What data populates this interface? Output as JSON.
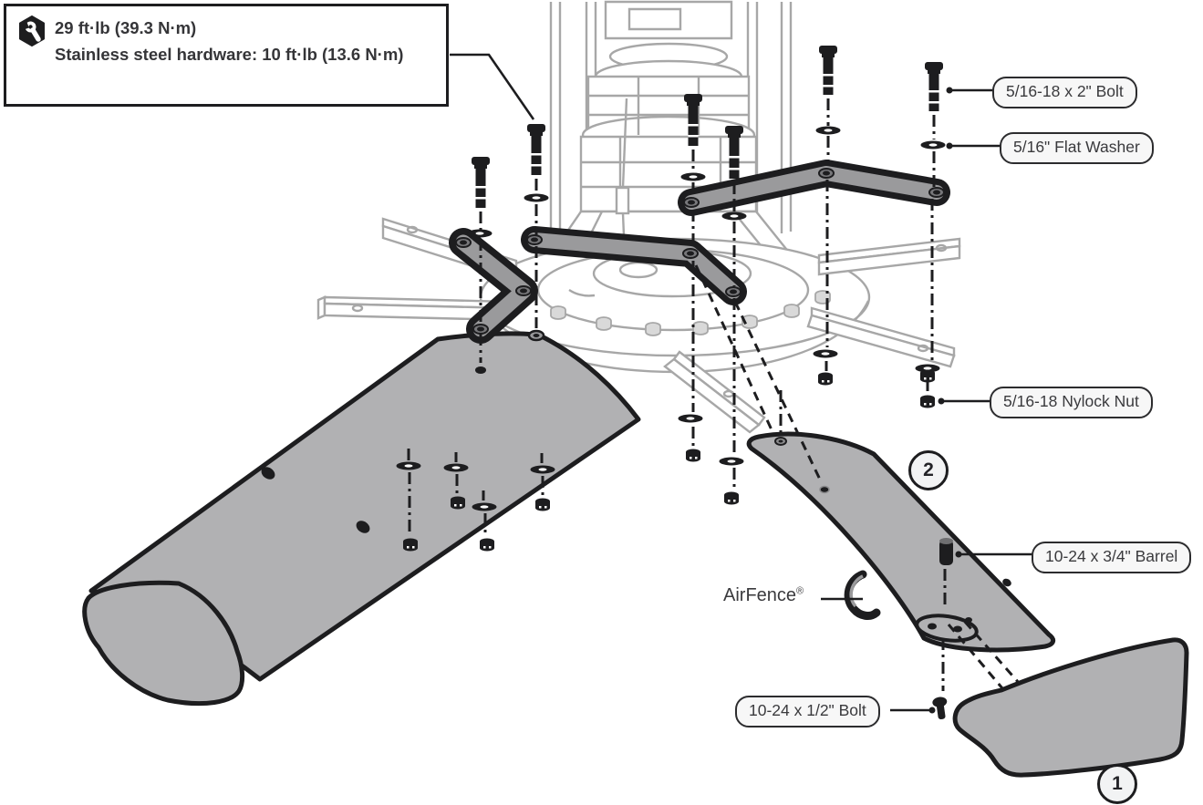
{
  "torque_note": {
    "line1": "29 ft·lb (39.3 N·m)",
    "line2": "Stainless steel hardware: 10 ft·lb (13.6 N·m)"
  },
  "labels": {
    "bolt_516": "5/16-18 x 2\" Bolt",
    "washer_516": "5/16\" Flat Washer",
    "nut_516": "5/16-18 Nylock Nut",
    "barrel_1024": "10-24 x 3/4\" Barrel",
    "bolt_1024": "10-24 x 1/2\" Bolt",
    "airfence": "AirFence",
    "airfence_reg": "®"
  },
  "part_numbers": {
    "winglet_right": "2",
    "winglet_tip": "1"
  },
  "colors": {
    "ink": "#1d1d1f",
    "text": "#3a3a3d",
    "line_art": "#a7a7a7",
    "blade_fill": "#b1b1b3",
    "strap_fill": "#9a9a9c",
    "label_bg": "#f7f7f7",
    "badge_bg": "#f2f3f4"
  },
  "icons": {
    "torque": "wrench-icon"
  }
}
